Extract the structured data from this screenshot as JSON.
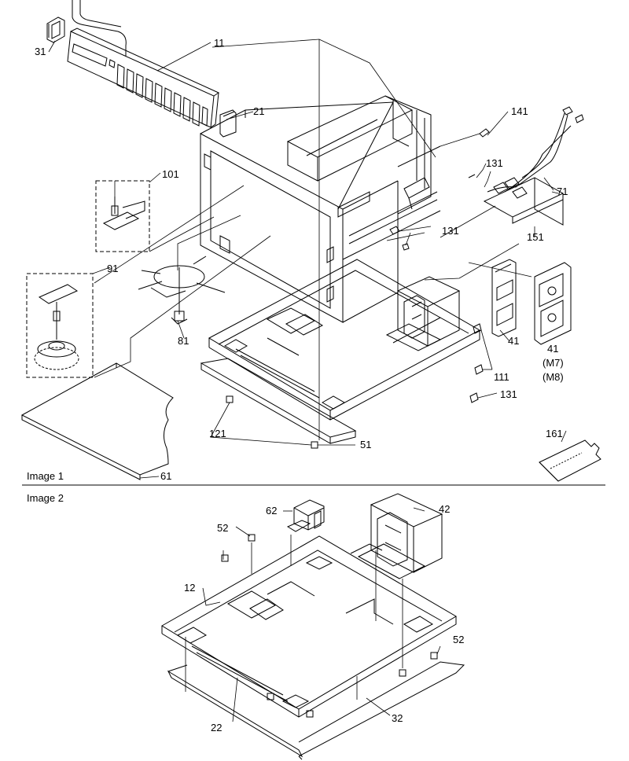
{
  "sections": {
    "image1": "Image 1",
    "image2": "Image 2"
  },
  "callouts": {
    "p11": "11",
    "p21": "21",
    "p31": "31",
    "p101": "101",
    "p141": "141",
    "p131a": "131",
    "p71": "71",
    "p131b": "131",
    "p151": "151",
    "p91": "91",
    "p81": "81",
    "p41a": "41",
    "p41b": "41",
    "m7": "(M7)",
    "m8": "(M8)",
    "p111": "111",
    "p131c": "131",
    "p121": "121",
    "p51": "51",
    "p61": "61",
    "p161": "161",
    "p62": "62",
    "p42": "42",
    "p52a": "52",
    "p12": "12",
    "p52b": "52",
    "p22": "22",
    "p32": "32"
  },
  "colors": {
    "line": "#000000",
    "gray": "#555555",
    "background": "#ffffff"
  }
}
